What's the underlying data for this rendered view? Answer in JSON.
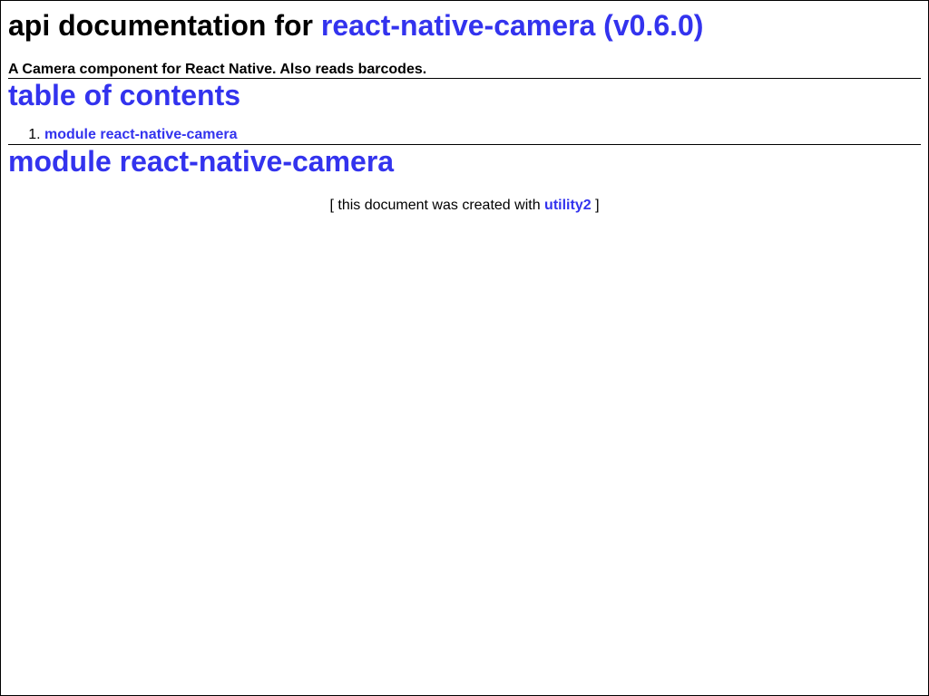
{
  "header": {
    "title_prefix": "api documentation for",
    "package_link": "react-native-camera (v0.6.0)",
    "description": "A Camera component for React Native. Also reads barcodes."
  },
  "toc": {
    "heading": "table of contents",
    "items": [
      {
        "number": "1.",
        "label": "module react-native-camera"
      }
    ]
  },
  "module_section": {
    "heading": "module react-native-camera"
  },
  "footer": {
    "text_before": "[ this document was created with",
    "link": "utility2",
    "text_after": "]"
  },
  "colors": {
    "link": "#3333ee",
    "text": "#000000",
    "background": "#ffffff"
  }
}
